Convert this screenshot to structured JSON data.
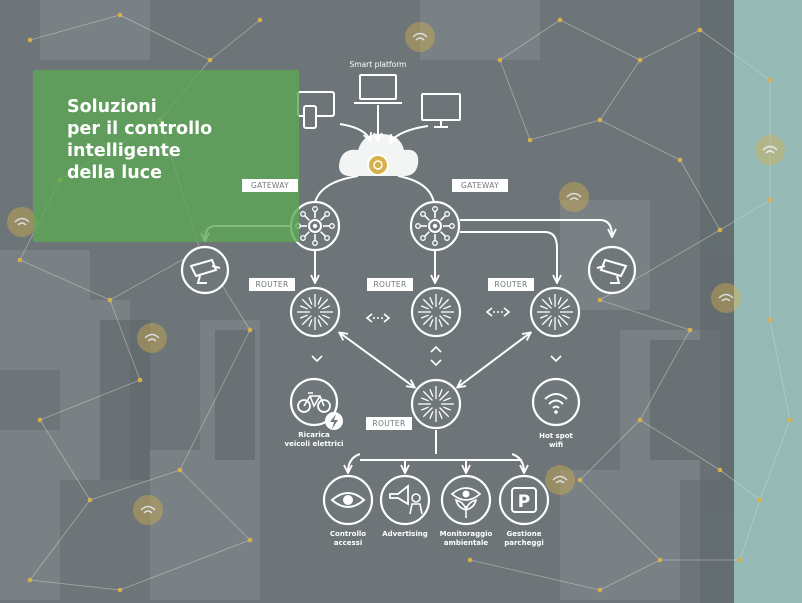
{
  "title_lines": [
    "Soluzioni",
    "per il controllo",
    "intelligente",
    "della luce"
  ],
  "platform_label": "Smart platform",
  "gateway_labels": [
    "GATEWAY",
    "GATEWAY"
  ],
  "router_labels": [
    "ROUTER",
    "ROUTER",
    "ROUTER",
    "ROUTER"
  ],
  "service_labels": {
    "ev_charging": "Ricarica\nveicoli elettrici",
    "hotspot": "Hot spot\nwifi",
    "access": "Controllo\naccessi",
    "advertising": "Advertising",
    "environment": "Monitoraggio\nambientale",
    "parking": "Gestione\nparcheggi"
  },
  "icons": [
    "tablet-phone-icon",
    "laptop-icon",
    "monitor-icon",
    "cloud-icon",
    "gateway-hub-icon",
    "router-burst-icon",
    "camera-icon",
    "bicycle-icon",
    "lightning-icon",
    "wifi-icon",
    "eye-icon",
    "megaphone-icon",
    "eye-leaf-icon",
    "parking-icon",
    "bidirectional-arrow-icon"
  ],
  "colors": {
    "background": "#6f777a",
    "title_box": "#5ca854",
    "accent_gold": "#d8b04a",
    "teal_panel": "#8fb5b2",
    "line": "#ffffff"
  }
}
